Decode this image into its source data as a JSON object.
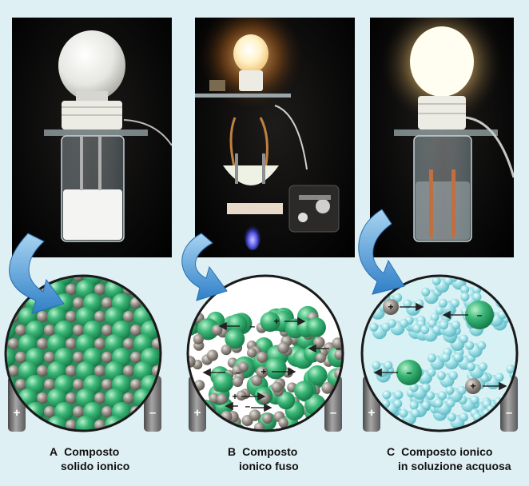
{
  "panels": [
    {
      "letter": "A",
      "line1": "Composto",
      "line2": "solido ionico"
    },
    {
      "letter": "B",
      "line1": "Composto",
      "line2": "ionico fuso"
    },
    {
      "letter": "C",
      "line1": "Composto ionico",
      "line2": "in soluzione acquosa"
    }
  ],
  "electrodes": {
    "positive": "+",
    "negative": "–"
  },
  "ions": {
    "positive": "+",
    "negative": "–"
  },
  "colors": {
    "background": "#dff0f5",
    "cation": "#9a938c",
    "anion": "#3cb878",
    "water": "#9fe0e6",
    "arrow": "#3a8fcf",
    "electrode": "#7a7a7a"
  },
  "states": {
    "A": "bulb-off",
    "B": "bulb-lit",
    "C": "bulb-lit"
  }
}
